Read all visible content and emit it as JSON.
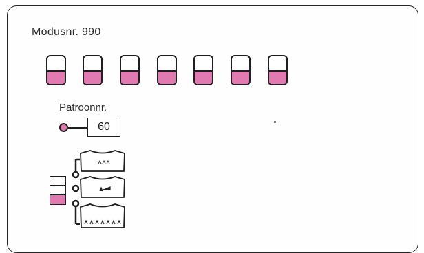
{
  "panel": {
    "mode_label": "Modusnr. 990",
    "indicators": [
      {
        "level": 0.45
      },
      {
        "level": 0.45
      },
      {
        "level": 0.45
      },
      {
        "level": 0.45
      },
      {
        "level": 0.45
      },
      {
        "level": 0.45
      },
      {
        "level": 0.45
      }
    ],
    "pattern": {
      "label": "Patroonnr.",
      "value": "60"
    },
    "selector": {
      "cells": [
        false,
        false,
        true
      ]
    },
    "garments": [
      {
        "icon": "sweater-sparse-motif-icon"
      },
      {
        "icon": "sweater-single-motif-icon"
      },
      {
        "icon": "sweater-allover-motif-icon"
      }
    ]
  },
  "colors": {
    "accent": "#e07ab0",
    "ink": "#1f1f1f",
    "background": "#ffffff"
  }
}
